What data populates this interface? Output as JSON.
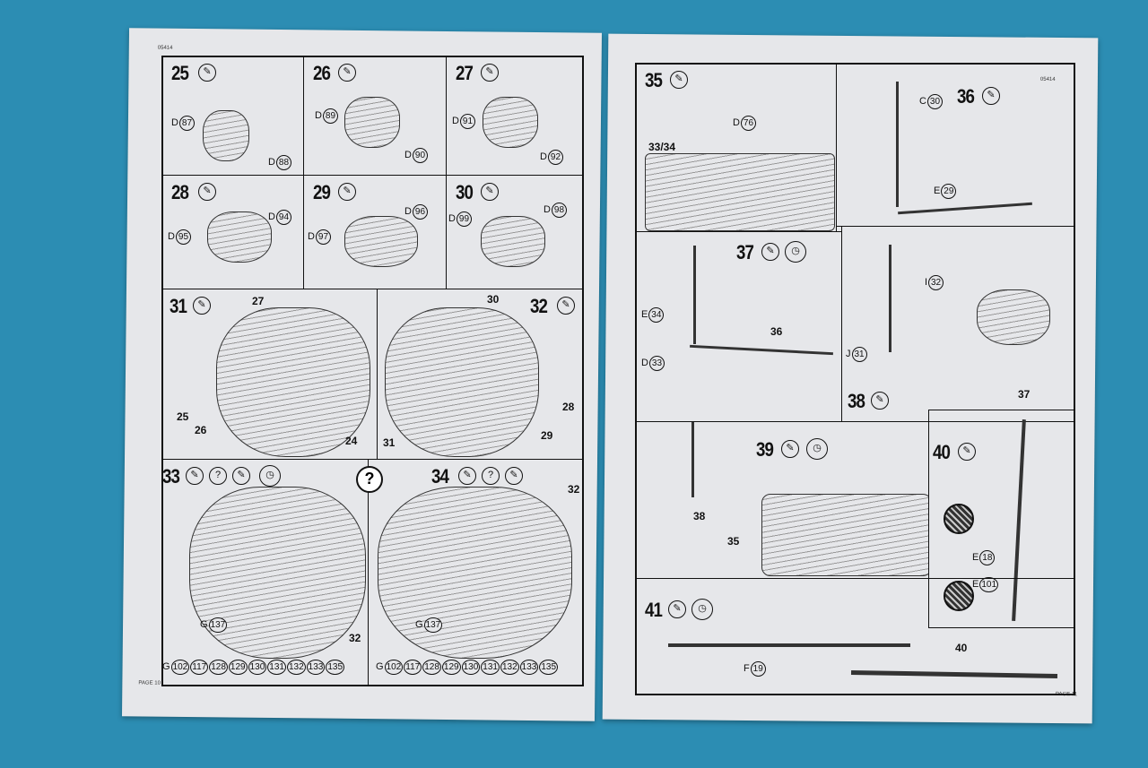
{
  "left_page": {
    "code": "05414",
    "footer": "PAGE 10"
  },
  "right_page": {
    "code": "05414",
    "footer": "PAGE 11"
  },
  "steps": {
    "s25": {
      "n": "25",
      "c": [
        [
          "D",
          "87"
        ],
        [
          "D",
          "88"
        ]
      ]
    },
    "s26": {
      "n": "26",
      "c": [
        [
          "D",
          "89"
        ],
        [
          "D",
          "90"
        ]
      ]
    },
    "s27": {
      "n": "27",
      "c": [
        [
          "D",
          "91"
        ],
        [
          "D",
          "92"
        ]
      ]
    },
    "s28": {
      "n": "28",
      "c": [
        [
          "D",
          "95"
        ],
        [
          "D",
          "94"
        ]
      ]
    },
    "s29": {
      "n": "29",
      "c": [
        [
          "D",
          "97"
        ],
        [
          "D",
          "96"
        ]
      ]
    },
    "s30": {
      "n": "30",
      "c": [
        [
          "D",
          "99"
        ],
        [
          "D",
          "98"
        ]
      ]
    },
    "s31": {
      "n": "31",
      "labels": [
        "27",
        "25",
        "26",
        "24"
      ]
    },
    "s32": {
      "n": "32",
      "labels": [
        "30",
        "28",
        "29",
        "31"
      ]
    },
    "s33": {
      "n": "33",
      "labels": [
        "32"
      ],
      "c": [
        [
          "G",
          "137"
        ]
      ],
      "row_letter": "G",
      "row": [
        "102",
        "117",
        "128",
        "129",
        "130",
        "131",
        "132",
        "133",
        "135"
      ]
    },
    "s34": {
      "n": "34",
      "labels": [
        "32"
      ],
      "c": [
        [
          "G",
          "137"
        ]
      ],
      "row_letter": "G",
      "row": [
        "102",
        "117",
        "128",
        "129",
        "130",
        "131",
        "132",
        "133",
        "135"
      ]
    },
    "s35": {
      "n": "35",
      "labels": [
        "33/34"
      ],
      "c": [
        [
          "D",
          "76"
        ]
      ]
    },
    "s36": {
      "n": "36",
      "c": [
        [
          "C",
          "30"
        ],
        [
          "E",
          "29"
        ]
      ]
    },
    "s37": {
      "n": "37",
      "labels": [
        "36"
      ],
      "c": [
        [
          "E",
          "34"
        ],
        [
          "D",
          "33"
        ]
      ]
    },
    "s38": {
      "n": "38",
      "labels": [
        "37"
      ],
      "c": [
        [
          "I",
          "32"
        ],
        [
          "J",
          "31"
        ]
      ]
    },
    "s39": {
      "n": "39",
      "labels": [
        "38",
        "35"
      ]
    },
    "s40": {
      "n": "40",
      "c": [
        [
          "E",
          "18"
        ],
        [
          "E",
          "101"
        ]
      ]
    },
    "s41": {
      "n": "41",
      "labels": [
        "40"
      ],
      "c": [
        [
          "F",
          "19"
        ]
      ]
    }
  },
  "question_mark": "?",
  "icons": {
    "glue": "✎",
    "clock": "◷",
    "help": "?"
  }
}
